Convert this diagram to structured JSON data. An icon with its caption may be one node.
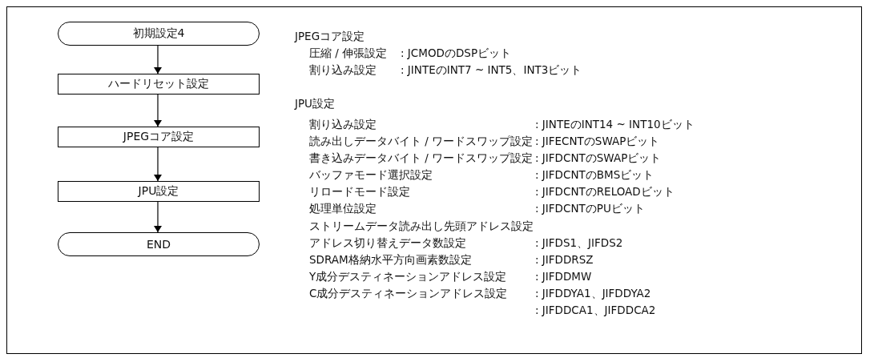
{
  "diagram": {
    "nodes": [
      {
        "text": [
          "初期設定4"
        ]
      },
      {
        "text": [
          "ハードリセット設定"
        ]
      },
      {
        "text": [
          "JPEGコア設定"
        ]
      },
      {
        "text": [
          "JPU設定"
        ]
      },
      {
        "text": [
          "END"
        ]
      }
    ],
    "edges": [
      {
        "from": 0,
        "to": 1,
        "arrow": "to"
      },
      {
        "from": 1,
        "to": 2,
        "arrow": "to"
      },
      {
        "from": 2,
        "to": 3,
        "arrow": "to"
      },
      {
        "from": 3,
        "to": 4,
        "arrow": "to"
      }
    ],
    "labels": [
      "JPEGコア設定",
      "圧縮 / 伸張設定",
      ": JCMODのDSPビット",
      "割り込み設定",
      ": JINTEのINT7 ~ INT5、INT3ビット",
      "JPU設定",
      "割り込み設定",
      ": JINTEのINT14 ~ INT10ビット",
      "読み出しデータバイト / ワードスワップ設定",
      ": JIFECNTのSWAPビット",
      "書き込みデータバイト / ワードスワップ設定",
      ": JIFDCNTのSWAPビット",
      "バッファモード選択設定",
      ": JIFDCNTのBMSビット",
      "リロードモード設定",
      ": JIFDCNTのRELOADビット",
      "処理単位設定",
      ": JIFDCNTのPUビット",
      "ストリームデータ読み出し先頭アドレス設定",
      "アドレス切り替えデータ数設定",
      ": JIFDS1、JIFDS2",
      "SDRAM格納水平方向画素数設定",
      ": JIFDDRSZ",
      "Y成分デスティネーションアドレス設定",
      ": JIFDDMW",
      "C成分デスティネーションアドレス設定",
      ": JIFDDYA1、JIFDDYA2",
      ": JIFDDCA1、JIFDDCA2"
    ]
  }
}
